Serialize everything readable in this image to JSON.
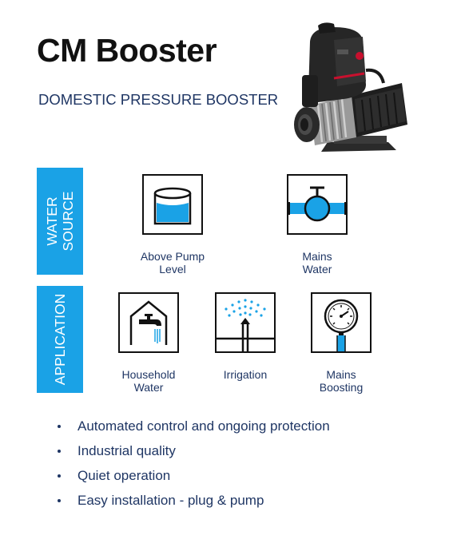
{
  "header": {
    "title": "CM Booster",
    "subtitle": "DOMESTIC PRESSURE BOOSTER"
  },
  "product_image": {
    "icon": "booster-pump-image",
    "brand_color": "#c8102e"
  },
  "colors": {
    "accent": "#1aa2e6",
    "text": "#1f3664",
    "title": "#111111"
  },
  "water_source": {
    "label_line1": "WATER",
    "label_line2": "SOURCE",
    "items": [
      {
        "icon": "water-tank-icon",
        "label_line1": "Above Pump",
        "label_line2": "Level"
      },
      {
        "icon": "pipe-valve-icon",
        "label_line1": "Mains",
        "label_line2": "Water"
      }
    ]
  },
  "application": {
    "label": "APPLICATION",
    "items": [
      {
        "icon": "house-tap-icon",
        "label_line1": "Household",
        "label_line2": "Water"
      },
      {
        "icon": "sprinkler-icon",
        "label_line1": "Irrigation",
        "label_line2": ""
      },
      {
        "icon": "pressure-gauge-icon",
        "label_line1": "Mains",
        "label_line2": "Boosting"
      }
    ]
  },
  "features": [
    "Automated control and ongoing protection",
    "Industrial quality",
    "Quiet operation",
    "Easy installation - plug & pump"
  ]
}
